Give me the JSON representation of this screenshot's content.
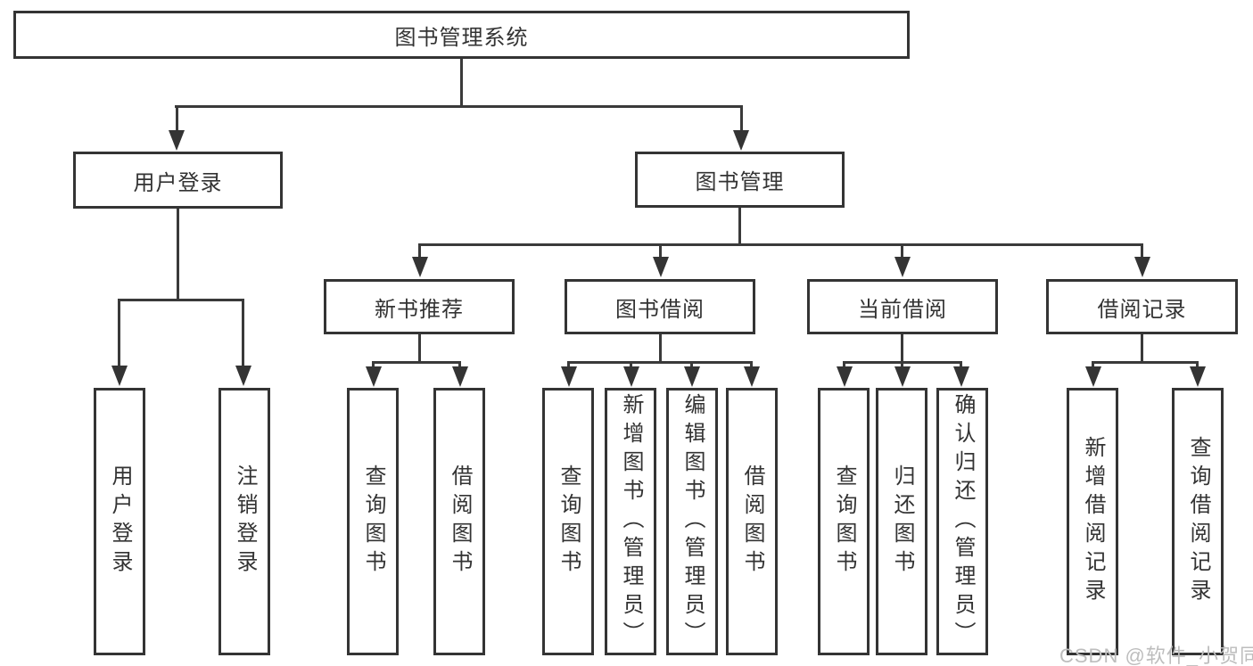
{
  "diagram": {
    "root": {
      "label": "图书管理系统"
    },
    "branches": [
      {
        "label": "用户登录",
        "children": [
          {
            "label": "用户登录"
          },
          {
            "label": "注销登录"
          }
        ]
      },
      {
        "label": "图书管理",
        "children": [
          {
            "label": "新书推荐",
            "children": [
              {
                "label": "查询图书"
              },
              {
                "label": "借阅图书"
              }
            ]
          },
          {
            "label": "图书借阅",
            "children": [
              {
                "label": "查询图书"
              },
              {
                "label": "新增图书（管理员）"
              },
              {
                "label": "编辑图书（管理员）"
              },
              {
                "label": "借阅图书"
              }
            ]
          },
          {
            "label": "当前借阅",
            "children": [
              {
                "label": "查询图书"
              },
              {
                "label": "归还图书"
              },
              {
                "label": "确认归还（管理员）"
              }
            ]
          },
          {
            "label": "借阅记录",
            "children": [
              {
                "label": "新增借阅记录"
              },
              {
                "label": "查询借阅记录"
              }
            ]
          }
        ]
      }
    ]
  },
  "watermark": {
    "text": "CSDN @软件_小贺同学"
  },
  "colors": {
    "line": "#3a3a3a",
    "border": "#343434",
    "text": "#333333",
    "watermark": "#bdbdbd"
  }
}
